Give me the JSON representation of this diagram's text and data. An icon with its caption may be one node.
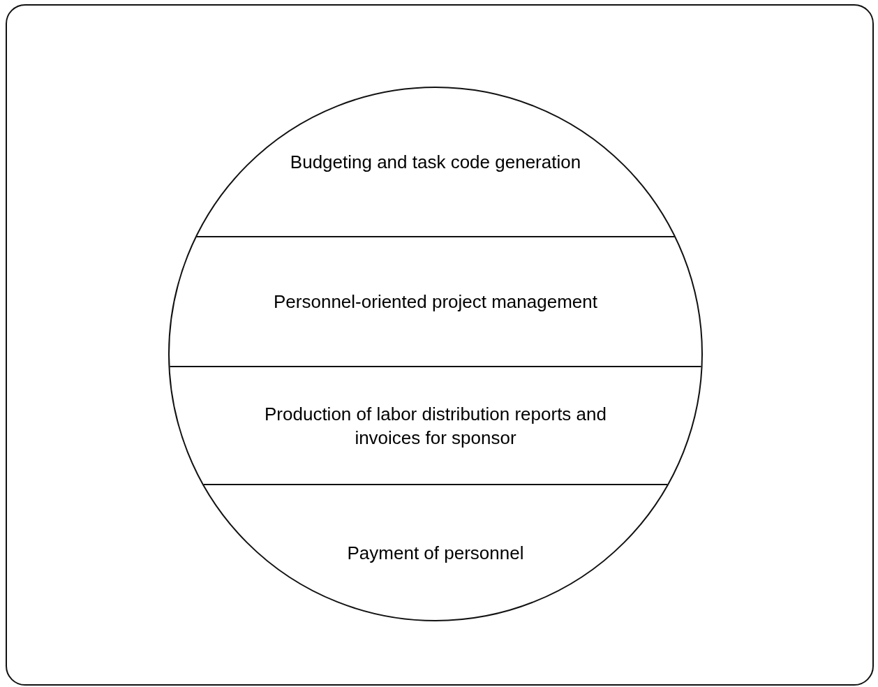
{
  "diagram": {
    "nodes": [
      {
        "text": [],
        "shape": "circle"
      },
      {
        "text": [
          "Budgeting and task code generation"
        ],
        "in": 0
      },
      {
        "text": [
          "Personnel-oriented project management"
        ],
        "in": 0
      },
      {
        "text": [
          "Production of labor distribution reports and invoices for sponsor"
        ],
        "in": 0
      },
      {
        "text": [
          "Payment of personnel"
        ],
        "in": 0
      }
    ]
  }
}
